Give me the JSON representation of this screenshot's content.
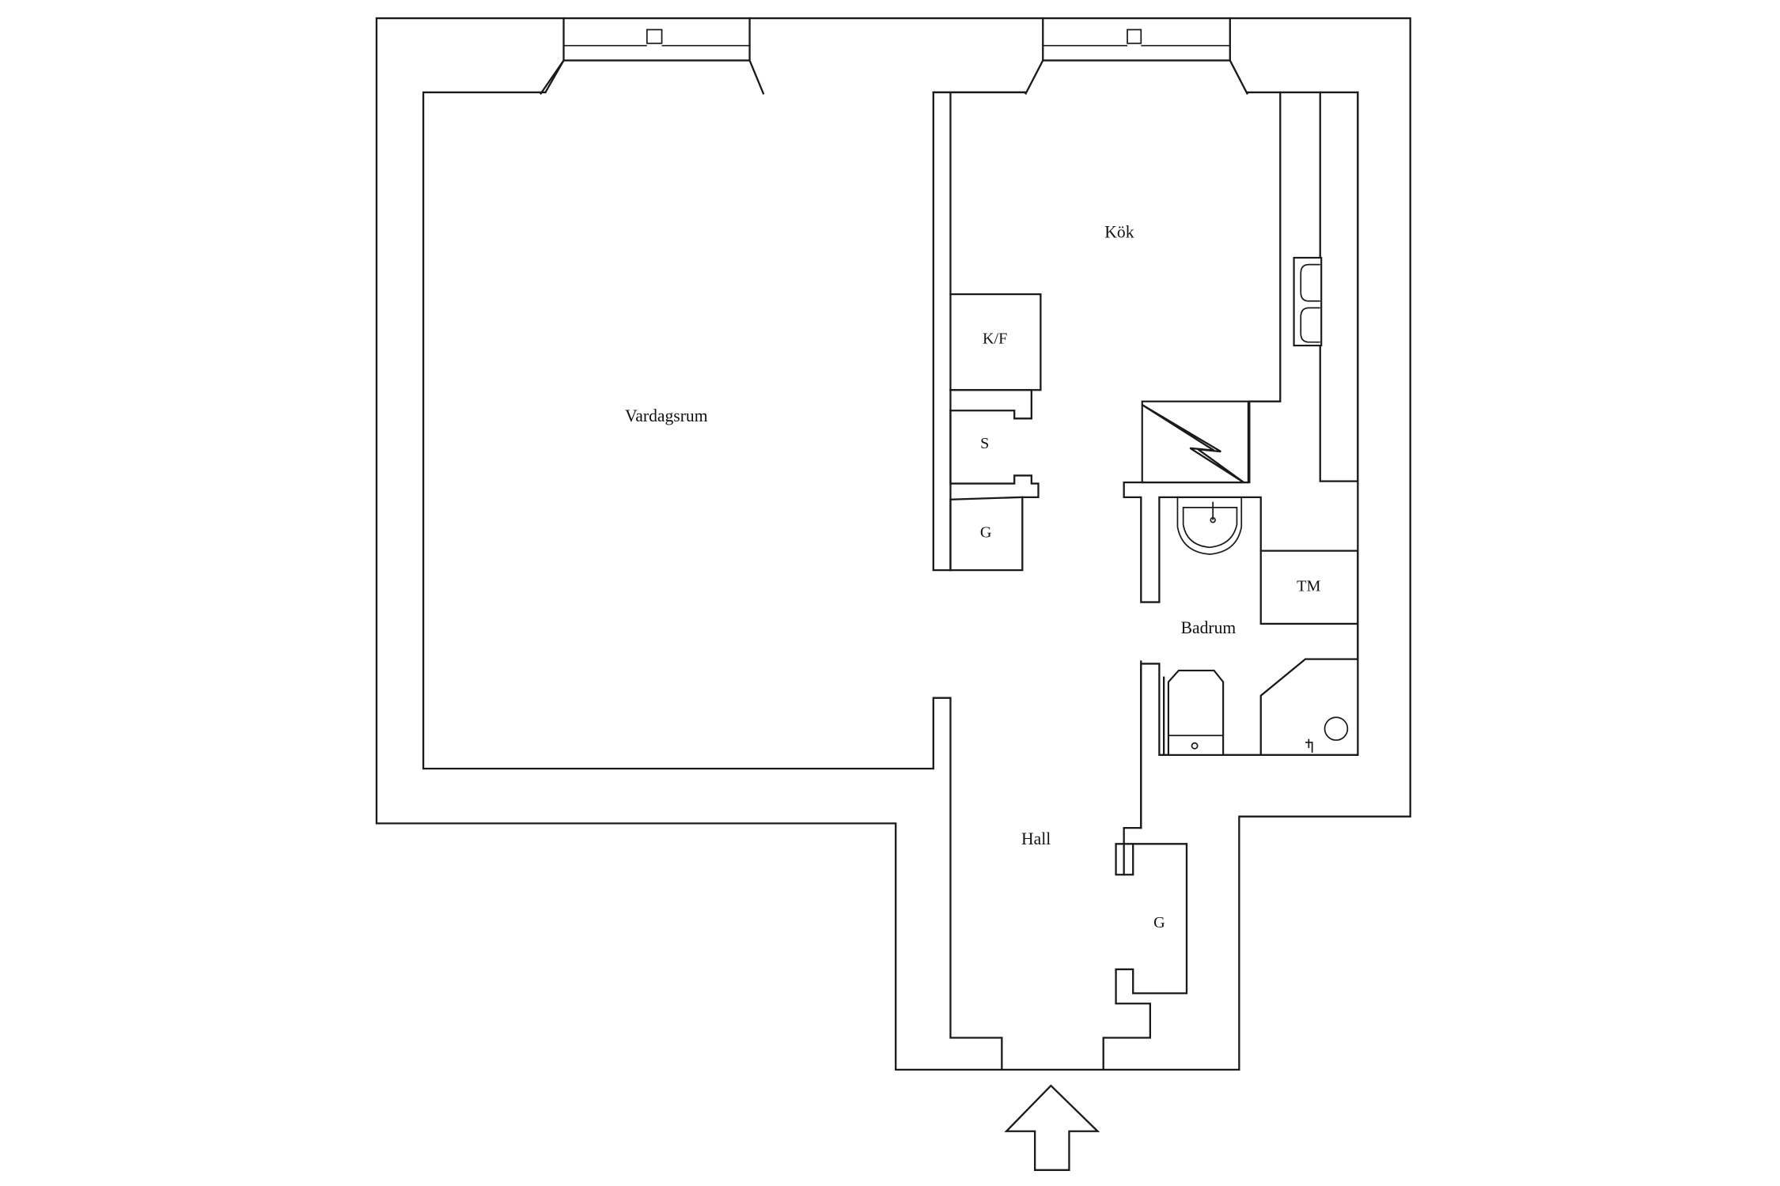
{
  "plan": {
    "type": "apartment floor plan",
    "line_color": "#1a1a1a",
    "background": "#ffffff",
    "rooms": {
      "living_room": "Vardagsrum",
      "kitchen": "Kök",
      "bathroom": "Badrum",
      "hall": "Hall"
    },
    "fixtures": {
      "fridge_freezer": "K/F",
      "wardrobe_s": "S",
      "closet_g_kitchen": "G",
      "washing_machine": "TM",
      "closet_g_hall": "G"
    },
    "entrance_arrow": "entrance-arrow"
  }
}
